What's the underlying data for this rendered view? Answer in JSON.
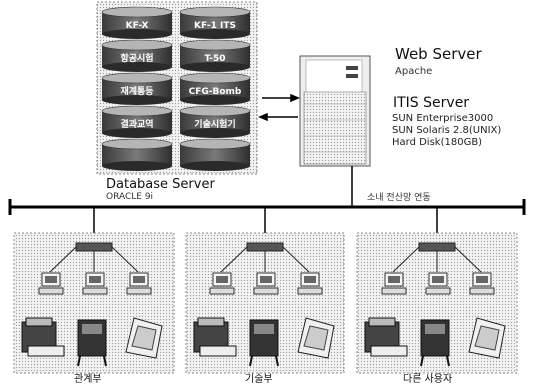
{
  "database": {
    "title": "Database Server",
    "subtitle": "ORACLE 9i",
    "cylinders": [
      [
        "KF-X",
        "KF-1 ITS"
      ],
      [
        "항공시험",
        "T-50"
      ],
      [
        "재계통등",
        "CFG-Bomb"
      ],
      [
        "결과교역",
        "기술시험기"
      ],
      [
        "",
        ""
      ]
    ]
  },
  "web_server": {
    "title": "Web Server",
    "software": "Apache"
  },
  "its_server": {
    "title": "ITIS Server",
    "specs": [
      "SUN Enterprise3000",
      "SUN Solaris 2.8(UNIX)",
      "Hard Disk(180GB)"
    ]
  },
  "network_label": "소내 전산망 연동",
  "groups": [
    {
      "label": "관계부"
    },
    {
      "label": "기술부"
    },
    {
      "label": "다른 사용자"
    }
  ]
}
